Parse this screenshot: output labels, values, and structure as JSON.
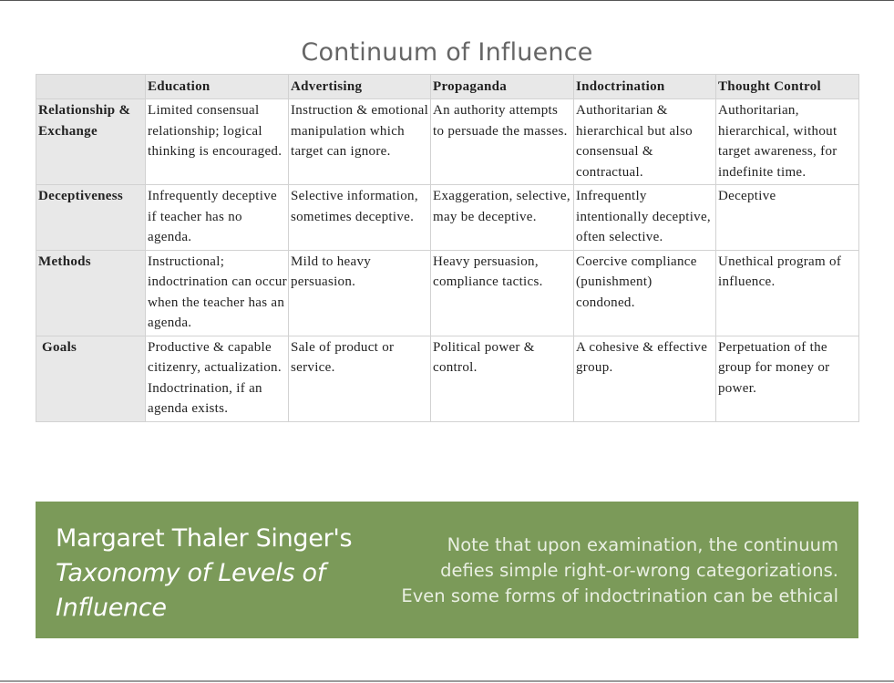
{
  "title": "Continuum of Influence",
  "table": {
    "columns": [
      "",
      "Education",
      "Advertising",
      "Propaganda",
      "Indoctrination",
      "Thought Control"
    ],
    "rows": [
      {
        "label": "Relationship & Exchange",
        "cells": [
          "Limited consensual relationship; logical thinking is encouraged.",
          "Instruction & emotional manipulation which target can ignore.",
          "An authority attempts to persuade the masses.",
          "Authoritarian & hierarchical but also consensual & contractual.",
          "Authoritarian, hierarchical, without target awareness, for indefinite time."
        ]
      },
      {
        "label": "Deceptiveness",
        "cells": [
          "Infrequently deceptive if teacher has no agenda.",
          "Selective information, sometimes deceptive.",
          "Exaggeration, selective, may be deceptive.",
          "Infrequently intentionally deceptive, often selective.",
          "Deceptive"
        ]
      },
      {
        "label": "Methods",
        "cells": [
          "Instructional; indoctrination can occur when the teacher has an agenda.",
          "Mild to heavy persuasion.",
          "Heavy persuasion, compliance tactics.",
          "Coercive compliance (punishment) condoned.",
          "Unethical program of influence."
        ]
      },
      {
        "label": "Goals",
        "cells": [
          "Productive & capable citizenry, actualization. Indoctrination, if an agenda exists.",
          "Sale of product or service.",
          "Political power & control.",
          "A cohesive & effective group.",
          "Perpetuation of the group for money or power."
        ]
      }
    ]
  },
  "banner": {
    "author": "Margaret Thaler Singer's",
    "work": "Taxonomy of Levels of Influence",
    "note_lines": [
      "Note that upon examination, the continuum",
      "defies simple right-or-wrong categorizations.",
      "Even some forms of indoctrination can be ethical"
    ]
  },
  "colors": {
    "banner_bg": "#7b9a59",
    "header_bg": "#e8e8e8",
    "title_text": "#666666"
  }
}
